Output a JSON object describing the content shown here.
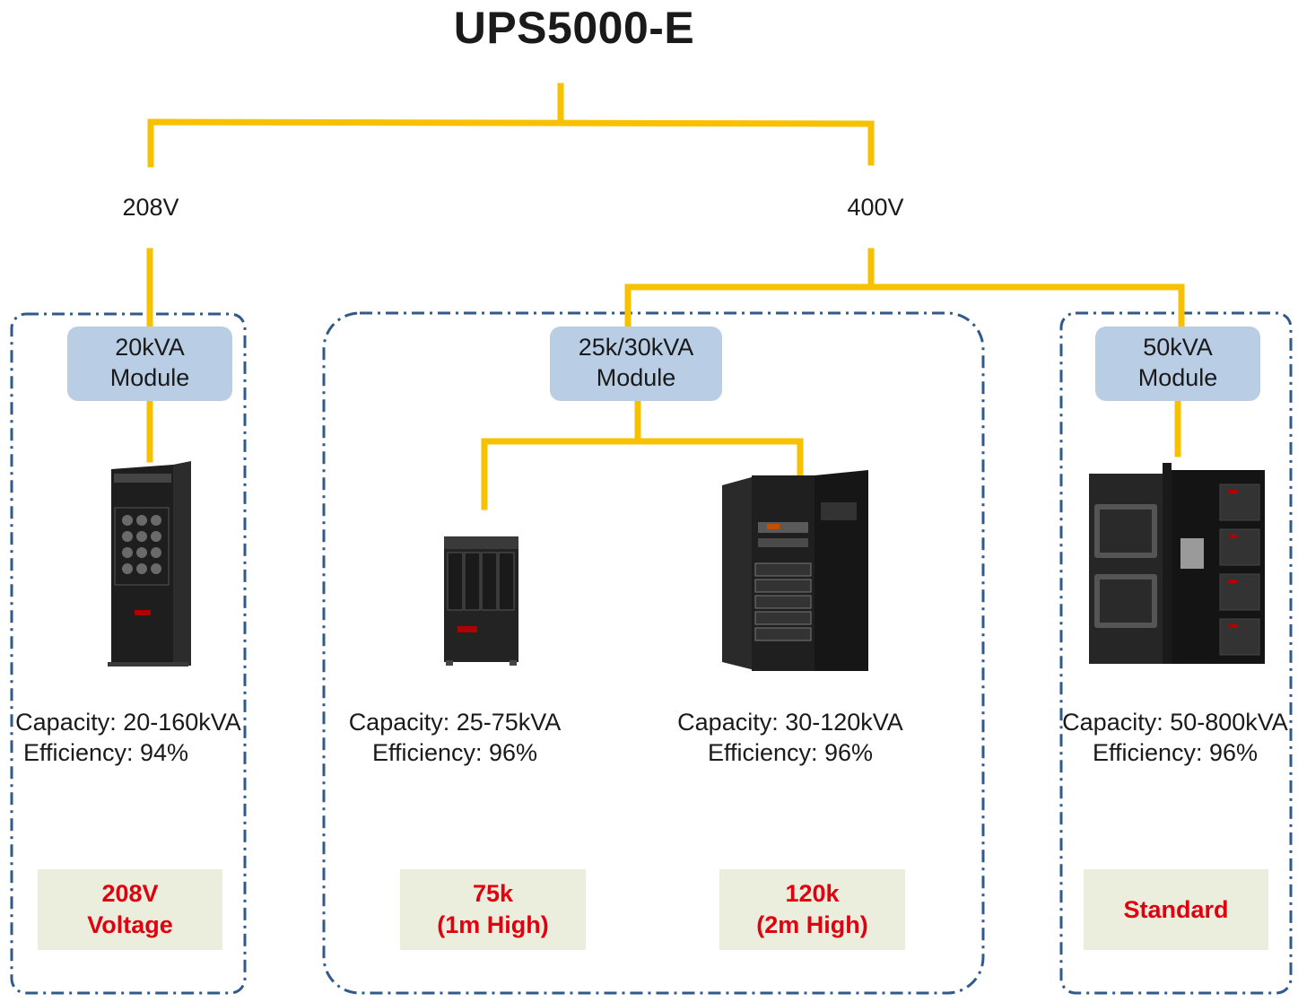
{
  "title": "UPS5000-E",
  "colors": {
    "connector": "#f8c100",
    "module_fill": "#b9cde4",
    "tag_fill": "#ebeedd",
    "tag_text": "#e0000f",
    "group_border": "#2f5a8a"
  },
  "voltages": [
    {
      "label": "208V"
    },
    {
      "label": "400V"
    }
  ],
  "modules": [
    {
      "line1": "20kVA",
      "line2": "Module"
    },
    {
      "line1": "25k/30kVA",
      "line2": "Module"
    },
    {
      "line1": "50kVA",
      "line2": "Module"
    }
  ],
  "products": [
    {
      "icon": "ups-cabinet-icon",
      "capacity": "Capacity: 20-160kVA",
      "efficiency": "Efficiency: 94%",
      "tag_line1": "208V",
      "tag_line2": "Voltage"
    },
    {
      "icon": "ups-cabinet-icon",
      "capacity": "Capacity: 25-75kVA",
      "efficiency": "Efficiency: 96%",
      "tag_line1": "75k",
      "tag_line2": "(1m High)"
    },
    {
      "icon": "ups-cabinet-icon",
      "capacity": "Capacity: 30-120kVA",
      "efficiency": "Efficiency: 96%",
      "tag_line1": "120k",
      "tag_line2": "(2m High)"
    },
    {
      "icon": "ups-cabinet-icon",
      "capacity": "Capacity: 50-800kVA",
      "efficiency": "Efficiency: 96%",
      "tag_line1": "Standard",
      "tag_line2": ""
    }
  ]
}
